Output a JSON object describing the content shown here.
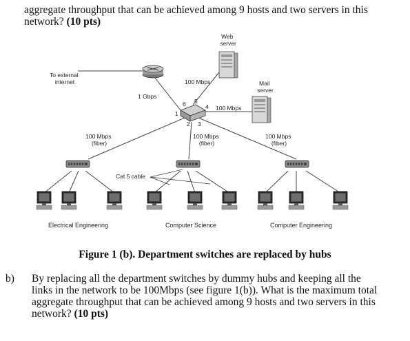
{
  "top_paragraph": {
    "line1": "aggregate throughput that can be achieved among 9 hosts and two servers in this",
    "line2_prefix": "network? ",
    "line2_bold": "(10 pts)"
  },
  "diagram": {
    "web_server": "Web\nserver",
    "mail_server": "Mail\nserver",
    "external": "To external\ninternet",
    "gbps_link": "1 Gbps",
    "mbps_link_web": "100 Mbps",
    "mbps_link_mail": "100 Mbps",
    "ports": [
      "6",
      "5",
      "4",
      "1",
      "2",
      "3"
    ],
    "link_left": "100 Mbps\n(fiber)",
    "link_center": "100 Mbps\n(fiber)",
    "link_right": "100 Mbps\n(fiber)",
    "cable": "Cat 5 cable",
    "departments": [
      "Electrical Engineering",
      "Computer Science",
      "Computer Engineering"
    ]
  },
  "caption": "Figure 1 (b). Department switches are replaced by hubs",
  "question_b": {
    "label": "b)",
    "line1": "By replacing all the department switches by dummy hubs and keeping all the",
    "line2": "links in the network to be 100Mbps (see figure 1(b)). What is the maximum total",
    "line3": "aggregate throughput that can be achieved among 9 hosts and two servers in this",
    "line4_prefix": "network? ",
    "line4_bold": "(10 pts)"
  }
}
